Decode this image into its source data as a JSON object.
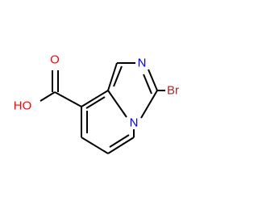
{
  "molecule": {
    "atoms": {
      "oxygen_carbonyl": {
        "symbol": "O",
        "color": "#ff0000"
      },
      "hydroxyl": {
        "symbol": "HO",
        "color": "#ff0000"
      },
      "nitrogen_imidazole": {
        "symbol": "N",
        "color": "#0000ff"
      },
      "nitrogen_bridgehead": {
        "symbol": "N",
        "color": "#0000ff"
      },
      "bromine": {
        "symbol": "Br",
        "color": "#a52a2a"
      }
    },
    "bond_color": "#000000"
  }
}
